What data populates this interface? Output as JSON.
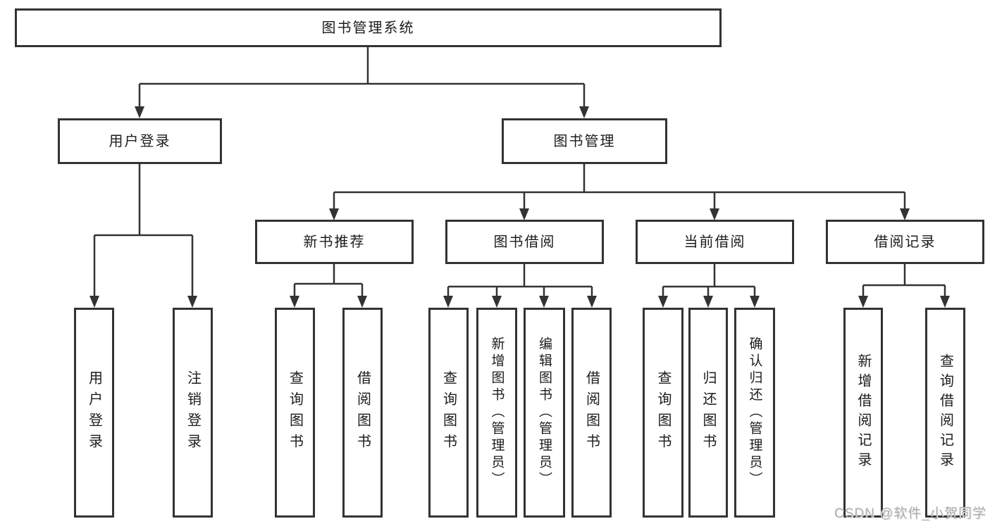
{
  "tree": {
    "label": "图书管理系统",
    "children": [
      {
        "label": "用户登录",
        "children": [
          {
            "label": "用户登录"
          },
          {
            "label": "注销登录"
          }
        ]
      },
      {
        "label": "图书管理",
        "children": [
          {
            "label": "新书推荐",
            "children": [
              {
                "label": "查询图书"
              },
              {
                "label": "借阅图书"
              }
            ]
          },
          {
            "label": "图书借阅",
            "children": [
              {
                "label": "查询图书"
              },
              {
                "label": "新增图书（管理员）"
              },
              {
                "label": "编辑图书（管理员）"
              },
              {
                "label": "借阅图书"
              }
            ]
          },
          {
            "label": "当前借阅",
            "children": [
              {
                "label": "查询图书"
              },
              {
                "label": "归还图书"
              },
              {
                "label": "确认归还（管理员）"
              }
            ]
          },
          {
            "label": "借阅记录",
            "children": [
              {
                "label": "新增借阅记录"
              },
              {
                "label": "查询借阅记录"
              }
            ]
          }
        ]
      }
    ]
  },
  "watermark": "CSDN @软件_小贺同学",
  "colors": {
    "line": "#333333",
    "text": "#1c1c1c",
    "watermark_text": "#b0b0b0",
    "background": "#ffffff"
  }
}
